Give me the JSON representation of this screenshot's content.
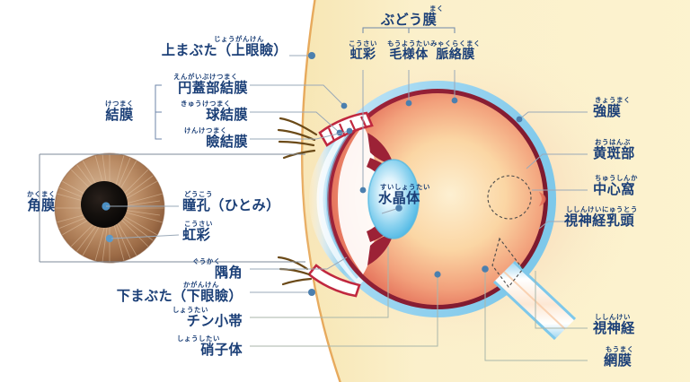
{
  "diagram": {
    "title": "Eye anatomy cross-section (Japanese)",
    "language": "ja",
    "label_color": "#1b3f77",
    "bg_white": "#ffffff",
    "bg_skin": "#faefc6",
    "face_edge_color": "#e8a24a"
  },
  "groups": {
    "uvea": {
      "ruby": "まく",
      "main": "ぶどう膜"
    },
    "conjunctiva": {
      "ruby": "けつまく",
      "main": "結膜"
    },
    "cornea_box": {
      "ruby": "かくまく",
      "main": "角膜"
    }
  },
  "labels": {
    "upper_eyelid": {
      "ruby": "じょうがんけん",
      "main": "上まぶた（上眼瞼）"
    },
    "fornix_conjunctiva": {
      "ruby": "えんがいぶけつまく",
      "main": "円蓋部結膜"
    },
    "bulbar_conjunctiva": {
      "ruby": "きゅうけつまく",
      "main": "球結膜"
    },
    "palpebral_conjunctiva": {
      "ruby": "けんけつまく",
      "main": "瞼結膜"
    },
    "iris_top": {
      "ruby": "こうさい",
      "main": "虹彩"
    },
    "ciliary_body": {
      "ruby": "もうようたい",
      "main": "毛様体"
    },
    "choroid": {
      "ruby": "みゃくらくまく",
      "main": "脈絡膜"
    },
    "sclera": {
      "ruby": "きょうまく",
      "main": "強膜"
    },
    "macula": {
      "ruby": "おうはんぶ",
      "main": "黄斑部"
    },
    "fovea": {
      "ruby": "ちゅうしんか",
      "main": "中心窩"
    },
    "optic_disc": {
      "ruby": "ししんけいにゅうとう",
      "main": "視神経乳頭"
    },
    "optic_nerve": {
      "ruby": "ししんけい",
      "main": "視神経"
    },
    "retina": {
      "ruby": "もうまく",
      "main": "網膜"
    },
    "lens": {
      "ruby": "すいしょうたい",
      "main": "水晶体"
    },
    "pupil": {
      "ruby": "どうこう",
      "main": "瞳孔（ひとみ）"
    },
    "iris_front": {
      "ruby": "こうさい",
      "main": "虹彩"
    },
    "angle": {
      "ruby": "ぐうかく",
      "main": "隅角"
    },
    "lower_eyelid": {
      "ruby": "かがんけん",
      "main": "下まぶた（下眼瞼）"
    },
    "zonule": {
      "ruby": "しょうたい",
      "main": "チン小帯"
    },
    "vitreous": {
      "ruby": "しょうしたい",
      "main": "硝子体"
    }
  },
  "colors": {
    "sclera_blue": "#8fd0ee",
    "choroid_maroon": "#8d1f35",
    "retina_red": "#e1644f",
    "interior_peach": "#fbd9a8",
    "lens_blue": "#63c0e8",
    "cornea_blue": "#bfe4f6",
    "iris_brown": "#a8744c",
    "pupil_black": "#120d0a",
    "lead_line": "#9aa9b8",
    "dot_blue": "#4b7fae"
  }
}
